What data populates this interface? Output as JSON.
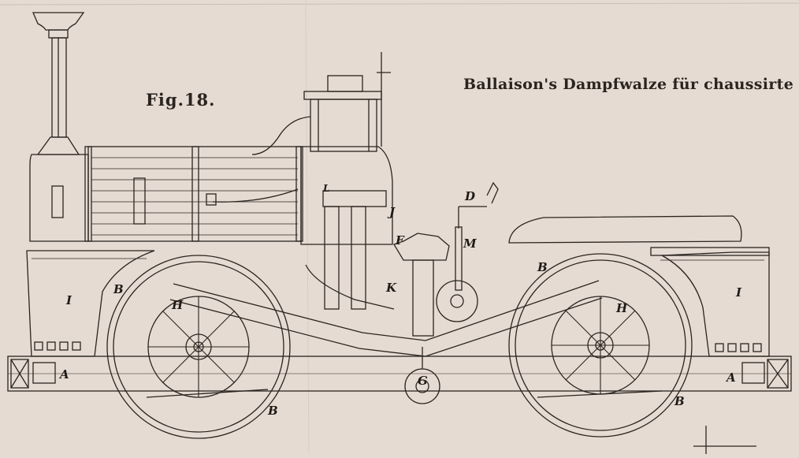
{
  "plate": {
    "title": "Ballaison's Dampfwalze für chaussirte",
    "figure_label": "Fig.18."
  },
  "labels": {
    "A_left": "A",
    "A_right": "A",
    "B_front_top": "B",
    "B_front_bottom": "B",
    "B_rear_top": "B",
    "B_rear_bottom": "B",
    "I_left": "I",
    "I_right": "I",
    "H_left": "H",
    "H_right": "H",
    "D": "D",
    "F": "F",
    "M": "M",
    "J": "J",
    "K": "K",
    "G": "G",
    "L": "L"
  },
  "colors": {
    "paper": "#e6dbd2",
    "ink": "#2a2420"
  }
}
